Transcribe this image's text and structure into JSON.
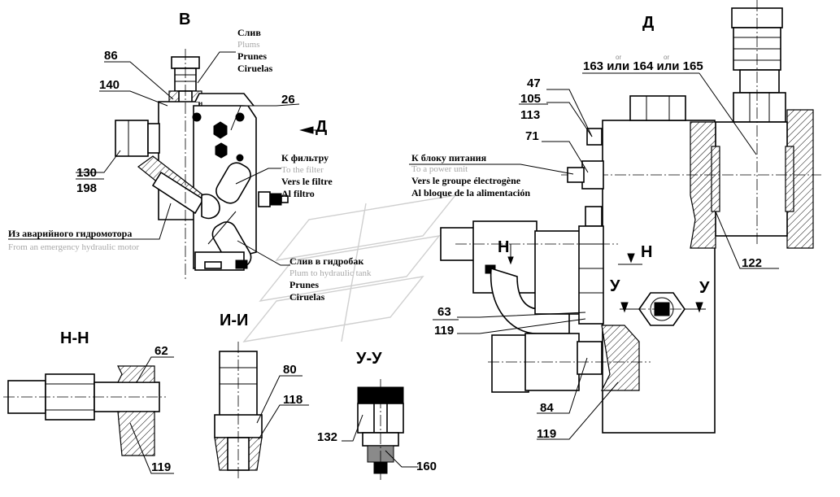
{
  "views": {
    "v": "В",
    "d_title": "Д",
    "d_arrow": "Д",
    "hh": "Н-Н",
    "ii": "И-И",
    "uu": "У-У",
    "h_mark": "Н",
    "h_mark2": "Н",
    "u_left": "У",
    "u_right": "У"
  },
  "callouts": {
    "c86": "86",
    "c140": "140",
    "c26": "26",
    "c130": "130",
    "c198": "198",
    "c47": "47",
    "c105": "105",
    "c113": "113",
    "c71": "71",
    "c163": "163 или 164 или 165",
    "or1": "or",
    "or2": "or",
    "c122": "122",
    "c63": "63",
    "c119a": "119",
    "c84": "84",
    "c119b": "119",
    "c62": "62",
    "c119c": "119",
    "c80": "80",
    "c118": "118",
    "c132": "132",
    "c160": "160"
  },
  "notes": {
    "drain": [
      "Слив",
      "Plums",
      "Prunes",
      "Ciruelas"
    ],
    "filter": [
      "К фильтру",
      "To the filter",
      "Vers le filtre",
      "Al filtro"
    ],
    "power": [
      "К блоку питания",
      "To a power unit",
      "Vers le groupe électrogène",
      "Al bloque de la alimentación"
    ],
    "emergency": [
      "Из аварийного гидромотора",
      "From an emergency hydraulic motor"
    ],
    "tank": [
      "Слив в гидробак",
      "Plum to hydraulic tank",
      "Prunes",
      "Ciruelas"
    ]
  }
}
